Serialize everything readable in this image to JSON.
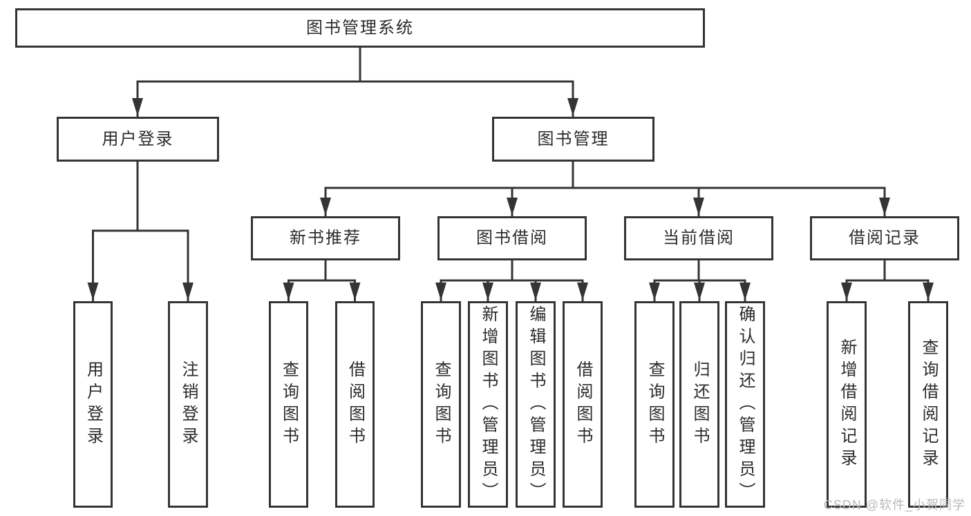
{
  "diagram_title": "图书管理系统",
  "tree": {
    "label": "图书管理系统",
    "children": [
      {
        "label": "用户登录",
        "children": [
          {
            "label": "用户登录"
          },
          {
            "label": "注销登录"
          }
        ]
      },
      {
        "label": "图书管理",
        "children": [
          {
            "label": "新书推荐",
            "children": [
              {
                "label": "查询图书"
              },
              {
                "label": "借阅图书"
              }
            ]
          },
          {
            "label": "图书借阅",
            "children": [
              {
                "label": "查询图书"
              },
              {
                "label": "新增图书（管理员）"
              },
              {
                "label": "编辑图书（管理员）"
              },
              {
                "label": "借阅图书"
              }
            ]
          },
          {
            "label": "当前借阅",
            "children": [
              {
                "label": "查询图书"
              },
              {
                "label": "归还图书"
              },
              {
                "label": "确认归还（管理员）"
              }
            ]
          },
          {
            "label": "借阅记录",
            "children": [
              {
                "label": "新增借阅记录"
              },
              {
                "label": "查询借阅记录"
              }
            ]
          }
        ]
      }
    ]
  },
  "watermark": {
    "text": "CSDN @软件_小贺同学"
  },
  "colors": {
    "line": "#343434",
    "box_border": "#343434",
    "box_background": "#ffffff",
    "text": "#2b2b2b",
    "watermark_text": "#b9b9bb",
    "page_background": "#ffffff"
  }
}
